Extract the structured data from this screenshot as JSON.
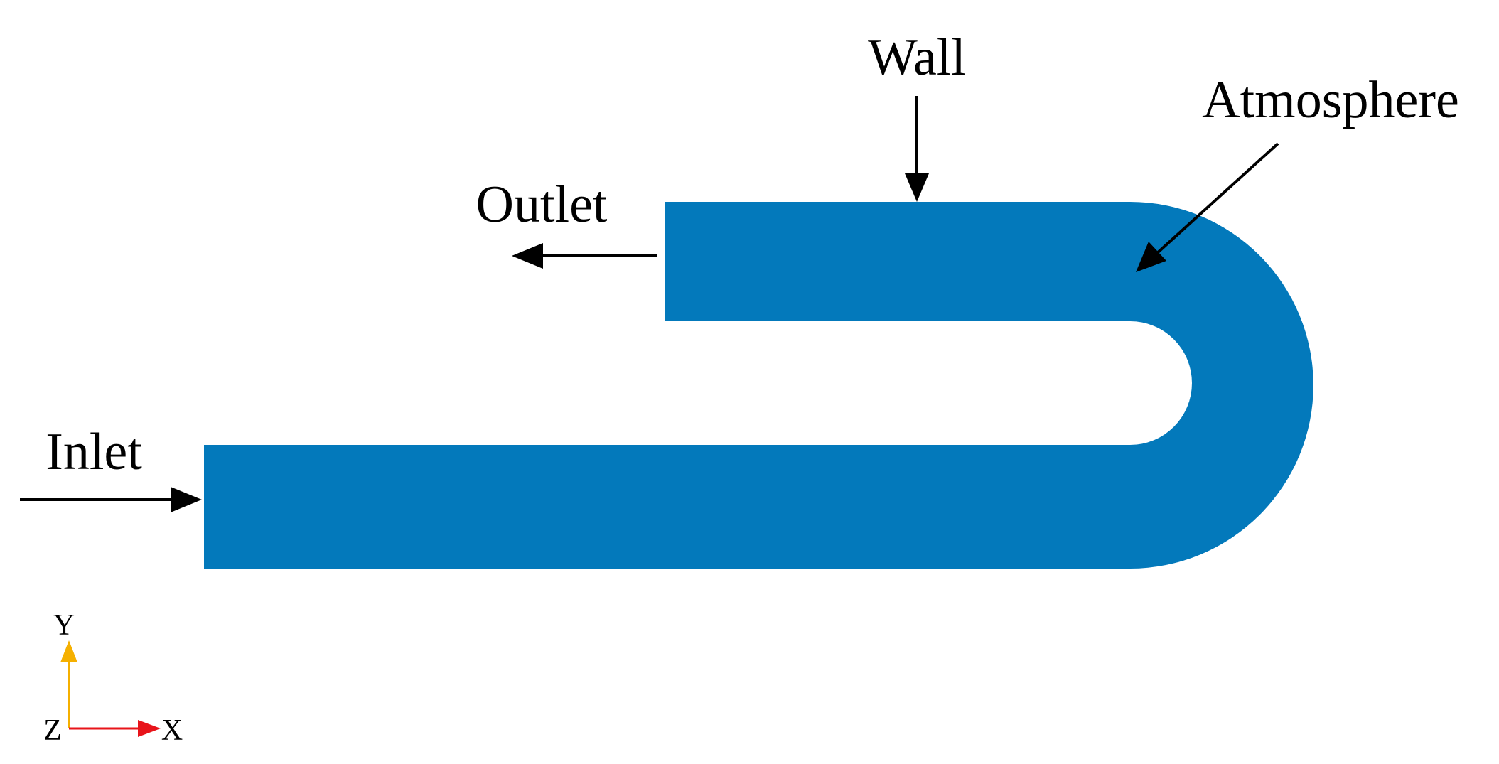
{
  "labels": {
    "wall": "Wall",
    "atmosphere": "Atmosphere",
    "outlet": "Outlet",
    "inlet": "Inlet"
  },
  "axes": {
    "y": "Y",
    "z": "Z",
    "x": "X"
  },
  "colors": {
    "pipe": "#0379BB",
    "arrow": "#000000",
    "y_axis": "#F5B000",
    "x_axis": "#E8141A"
  }
}
